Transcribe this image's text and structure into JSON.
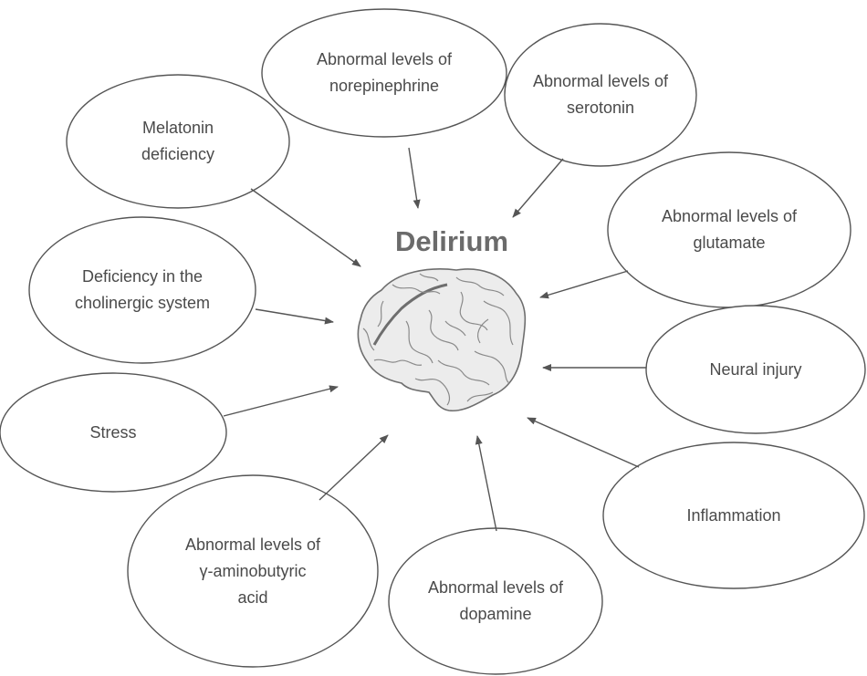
{
  "title": "Delirium",
  "causes": [
    {
      "id": "norepinephrine",
      "label": "Abnormal levels of norepinephrine"
    },
    {
      "id": "serotonin",
      "label": "Abnormal levels of serotonin"
    },
    {
      "id": "melatonin",
      "label": "Melatonin deficiency"
    },
    {
      "id": "glutamate",
      "label": "Abnormal levels of glutamate"
    },
    {
      "id": "cholinergic",
      "label": "Deficiency in the cholinergic system"
    },
    {
      "id": "neural-injury",
      "label": "Neural injury"
    },
    {
      "id": "stress",
      "label": "Stress"
    },
    {
      "id": "inflammation",
      "label": "Inflammation"
    },
    {
      "id": "gaba",
      "label": "Abnormal levels of γ-aminobutyric acid"
    },
    {
      "id": "dopamine",
      "label": "Abnormal levels of dopamine"
    }
  ],
  "colors": {
    "outline": "#555555",
    "text": "#4a4a4a",
    "title": "#6b6b6b",
    "brain_fill": "#ececec",
    "brain_stroke": "#7a7a7a"
  },
  "center_icon": "brain-icon"
}
